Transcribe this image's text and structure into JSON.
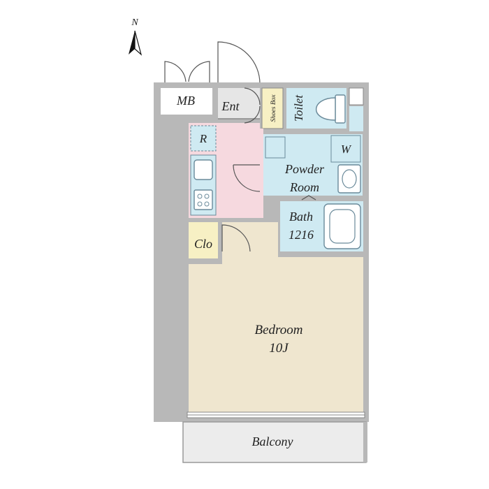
{
  "compass": {
    "label": "N"
  },
  "rooms": {
    "mb": "MB",
    "entrance": "Ent",
    "shoes_box": "Shoes Box",
    "toilet": "Toilet",
    "refrigerator": "R",
    "washer": "W",
    "powder_room_line1": "Powder",
    "powder_room_line2": "Room",
    "bath_line1": "Bath",
    "bath_line2": "1216",
    "closet": "Clo",
    "bedroom_line1": "Bedroom",
    "bedroom_line2": "10J",
    "balcony": "Balcony"
  },
  "colors": {
    "wall": "#b8b8b8",
    "bedroom_floor": "#efe6cf",
    "wet_area": "#cfeaf2",
    "kitchen": "#f6d9df",
    "storage": "#f7f0c4",
    "entrance": "#e6e6e6",
    "balcony": "#ececec"
  }
}
